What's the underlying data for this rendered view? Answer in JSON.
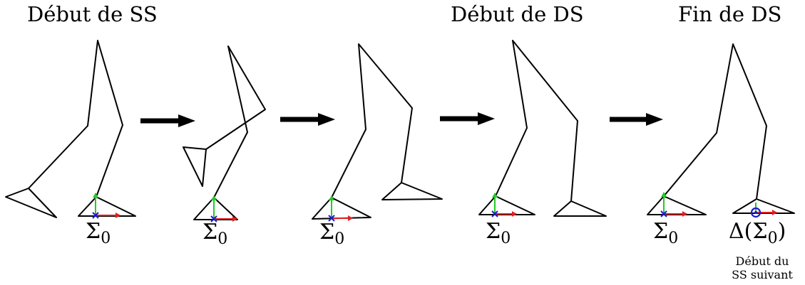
{
  "titles": {
    "start_ss": "Début de SS",
    "start_ds": "Début de DS",
    "end_ds": "Fin de DS"
  },
  "frame_labels": {
    "sigma0": "Σ",
    "sigma0_sub": "0",
    "delta_sigma0": "Δ(Σ",
    "delta_sigma0_sub": "0",
    "delta_sigma0_close": ")"
  },
  "note": {
    "line1": "Début du",
    "line2": "SS suivant"
  },
  "colors": {
    "stroke": "#000000",
    "axis_up": "#22cc22",
    "axis_right": "#e02020",
    "origin": "#1a1acc"
  },
  "icons": [
    "arrow-right-icon",
    "frame-axes-icon",
    "circled-origin-icon"
  ]
}
